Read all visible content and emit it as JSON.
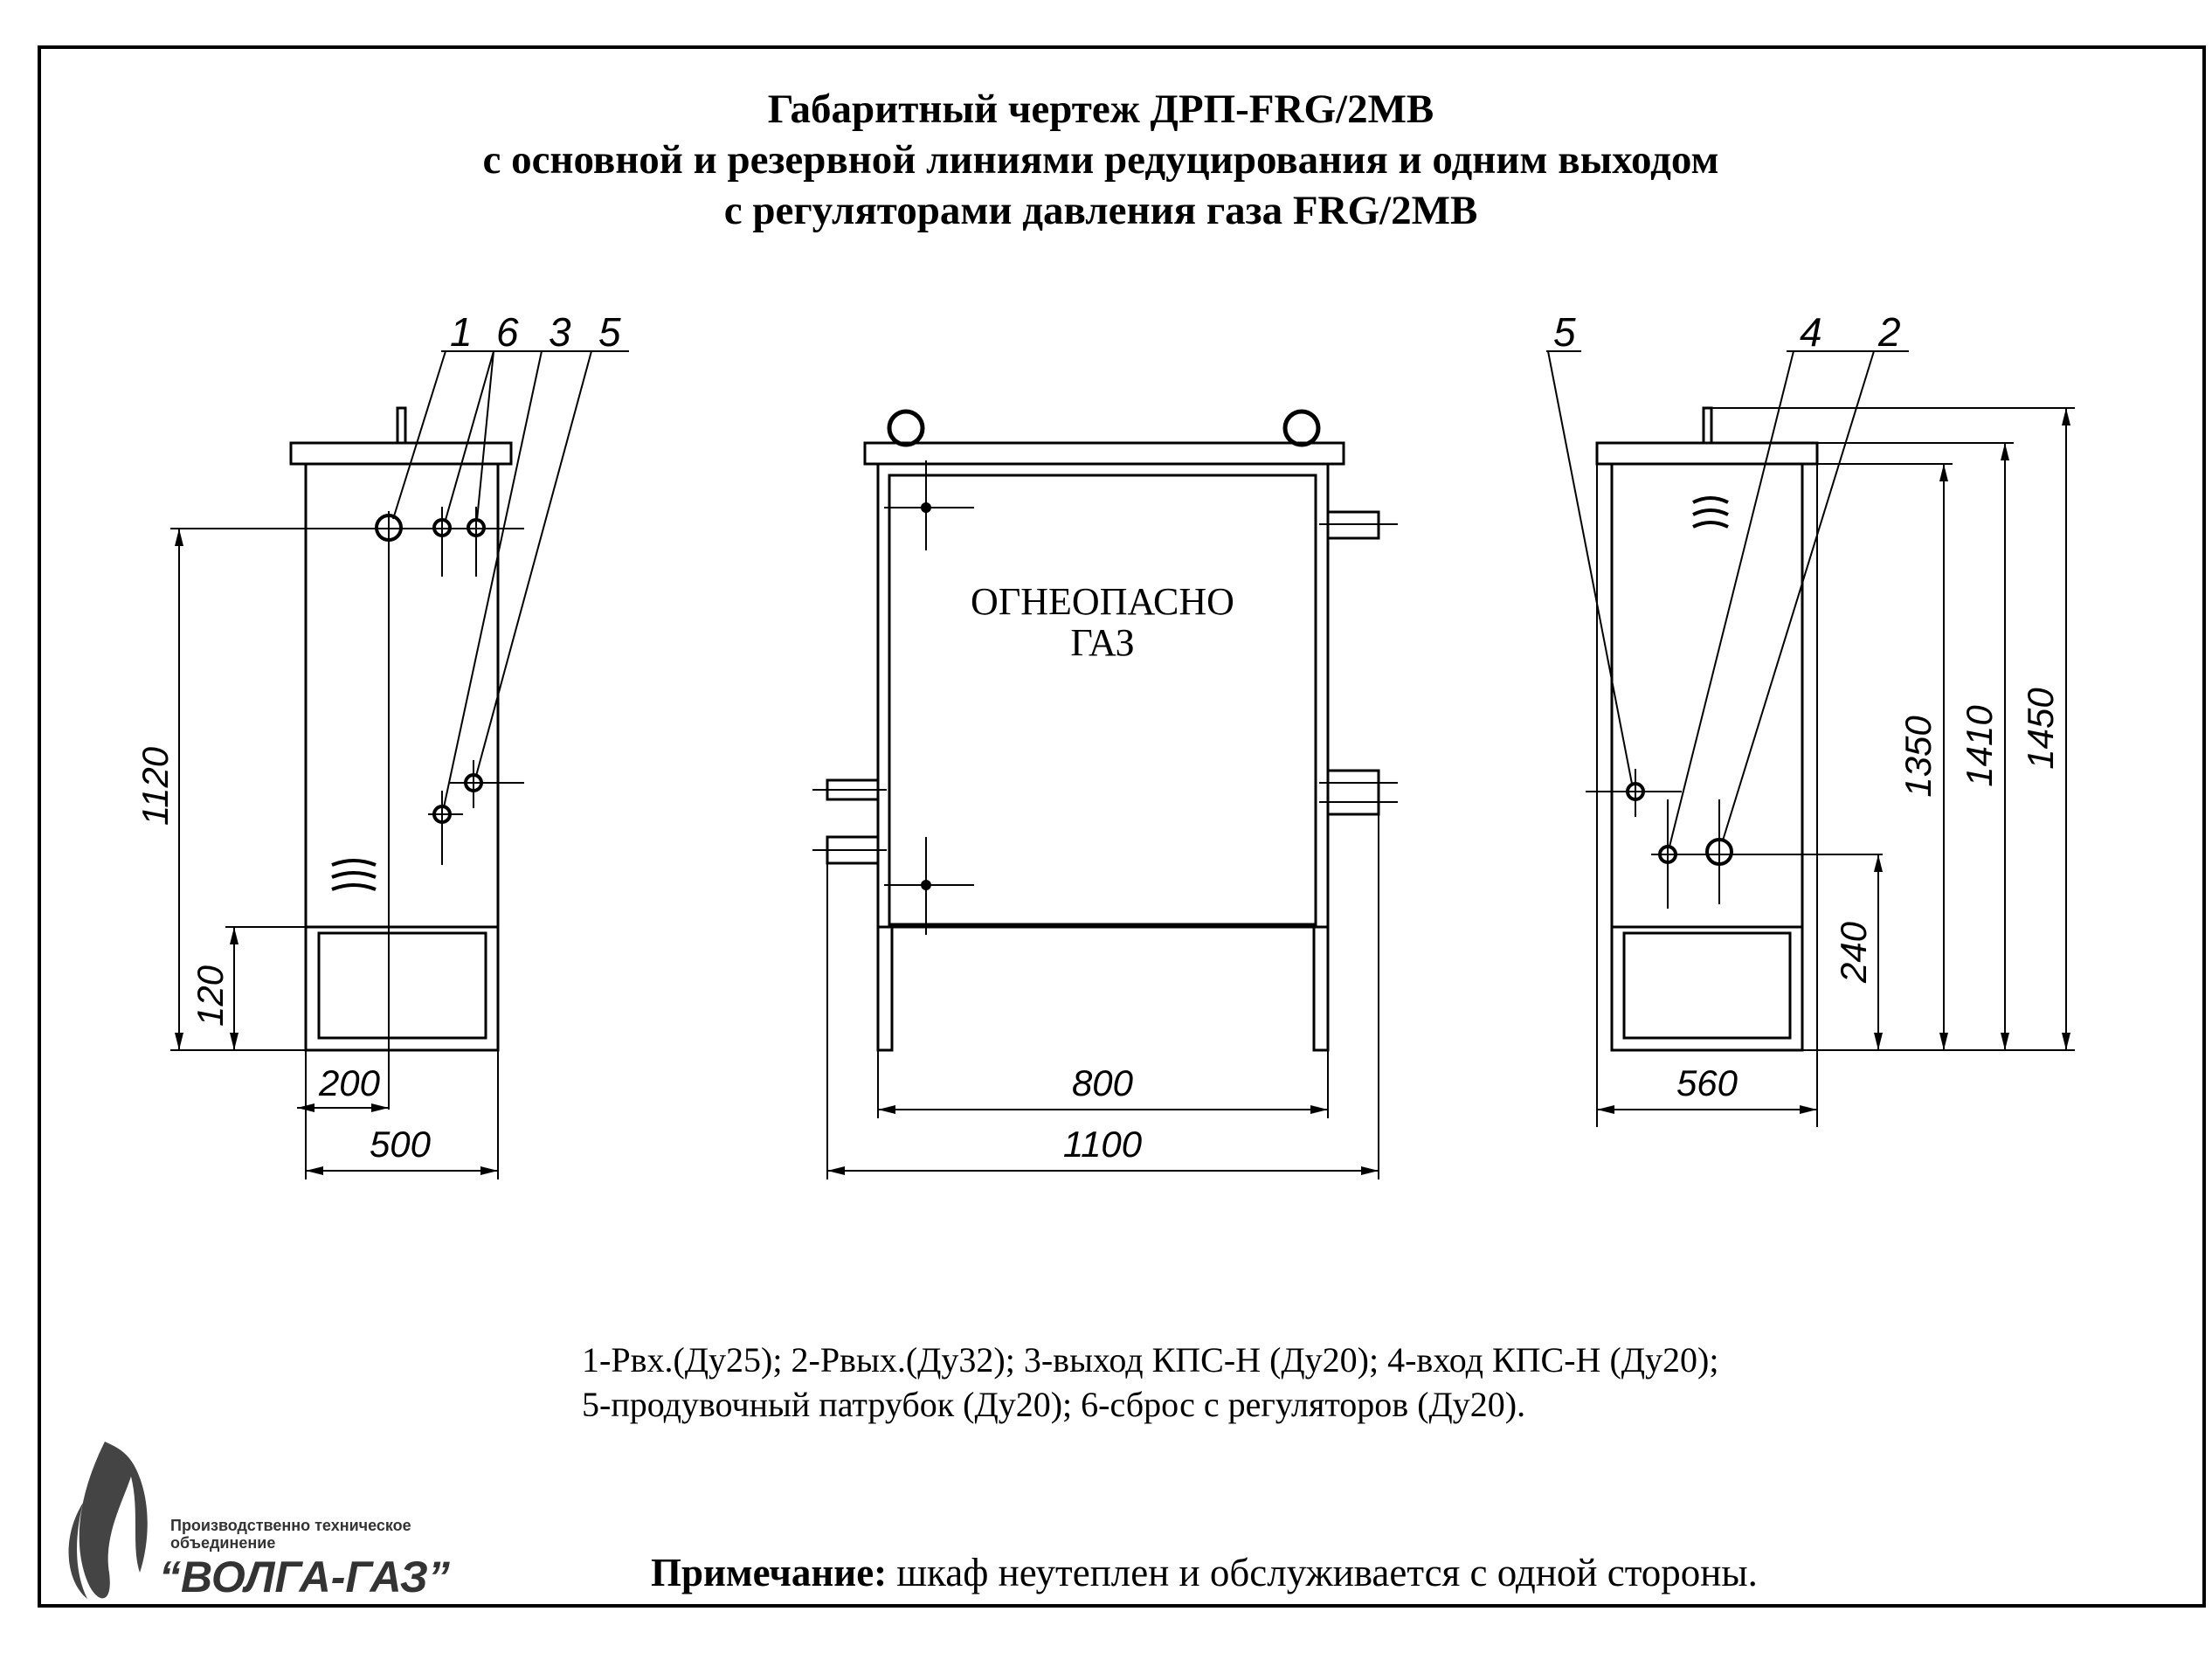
{
  "title": {
    "line1": "Габаритный чертеж ДРП-FRG/2МВ",
    "line2": "с основной и резервной линиями редуцирования и одним выходом",
    "line3": "с регуляторами давления газа FRG/2МВ"
  },
  "front_view": {
    "door_label_line1": "ОГНЕОПАСНО",
    "door_label_line2": "ГАЗ",
    "dimensions": {
      "inner_width": "800",
      "overall_width": "1100"
    }
  },
  "left_view": {
    "callouts": [
      "1",
      "6",
      "3",
      "5"
    ],
    "dimensions": {
      "height_to_inlet": "1120",
      "base_height": "120",
      "inlet_offset": "200",
      "overall_width": "500"
    }
  },
  "right_view": {
    "callouts": [
      "5",
      "4",
      "2"
    ],
    "dimensions": {
      "outlet_height": "240",
      "body_height": "1350",
      "roof_height": "1410",
      "overall_height": "1450",
      "overall_width": "560"
    }
  },
  "legend": {
    "line1": "1-Рвх.(Ду25); 2-Рвых.(Ду32); 3-выход КПС-Н (Ду20); 4-вход КПС-Н (Ду20);",
    "line2": "5-продувочный патрубок (Ду20); 6-сброс с регуляторов (Ду20)."
  },
  "note": {
    "label": "Примечание:",
    "text": " шкаф неутеплен и обслуживается с одной стороны."
  },
  "logo": {
    "line1": "Производственно техническое",
    "line2": "объединение",
    "name": "“ВОЛГА-ГАЗ”"
  }
}
